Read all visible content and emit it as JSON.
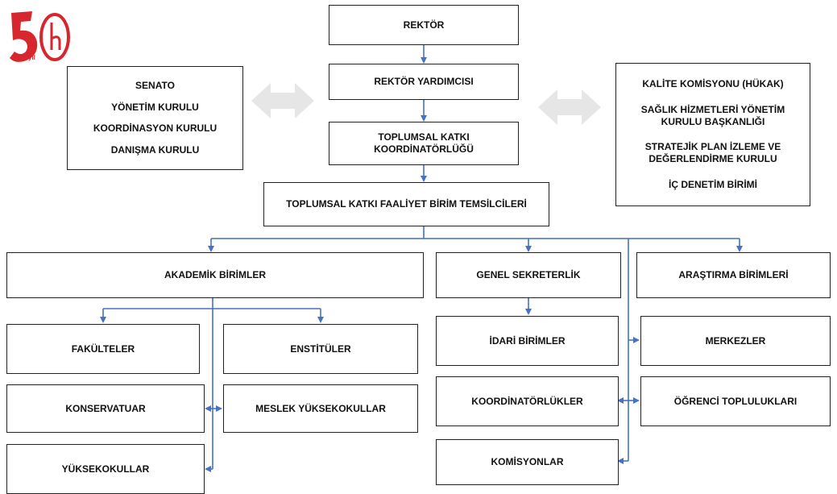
{
  "diagram": {
    "top": {
      "rektor": "REKTÖR",
      "rektor_yardimcisi": "REKTÖR YARDIMCISI",
      "toplumsal_katki_koordinatorlugu": [
        "TOPLUMSAL KATKI",
        "KOORDİNATÖRLÜĞÜ"
      ],
      "faaliyet_birim_temsilcileri": "TOPLUMSAL KATKI FAALİYET BİRİM TEMSİLCİLERİ"
    },
    "left_council": [
      "SENATO",
      "YÖNETİM KURULU",
      "KOORDİNASYON KURULU",
      "DANIŞMA KURULU"
    ],
    "right_council": [
      [
        "KALİTE KOMİSYONU (HÜKAK)"
      ],
      [
        "SAĞLIK HİZMETLERİ YÖNETİM",
        "KURULU BAŞKANLIĞI"
      ],
      [
        "STRATEJİK PLAN İZLEME VE",
        "DEĞERLENDİRME KURULU"
      ],
      [
        "İÇ DENETİM BİRİMİ"
      ]
    ],
    "academic": {
      "title": "AKADEMİK BİRİMLER",
      "fakulteler": "FAKÜLTELER",
      "enstituler": "ENSTİTÜLER",
      "konservatuar": "KONSERVATUAR",
      "meslek_yuksekokullar": "MESLEK YÜKSEKOKULLAR",
      "yuksekokullar": "YÜKSEKOKULLAR"
    },
    "general": {
      "title": "GENEL SEKRETERLİK",
      "idari_birimler": "İDARİ BİRİMLER",
      "koordinatorlukler": "KOORDİNATÖRLÜKLER",
      "komisyonlar": "KOMİSYONLAR"
    },
    "research": {
      "title": "ARAŞTIRMA BİRİMLERİ",
      "merkezler": "MERKEZLER",
      "ogrenci_topluluklari": "ÖĞRENCİ TOPLULUKLARI"
    },
    "colors": {
      "connector": "#4472C4",
      "double_arrow": "#E6E6E6",
      "box_border": "#222222",
      "logo_red": "#D7262D"
    }
  }
}
